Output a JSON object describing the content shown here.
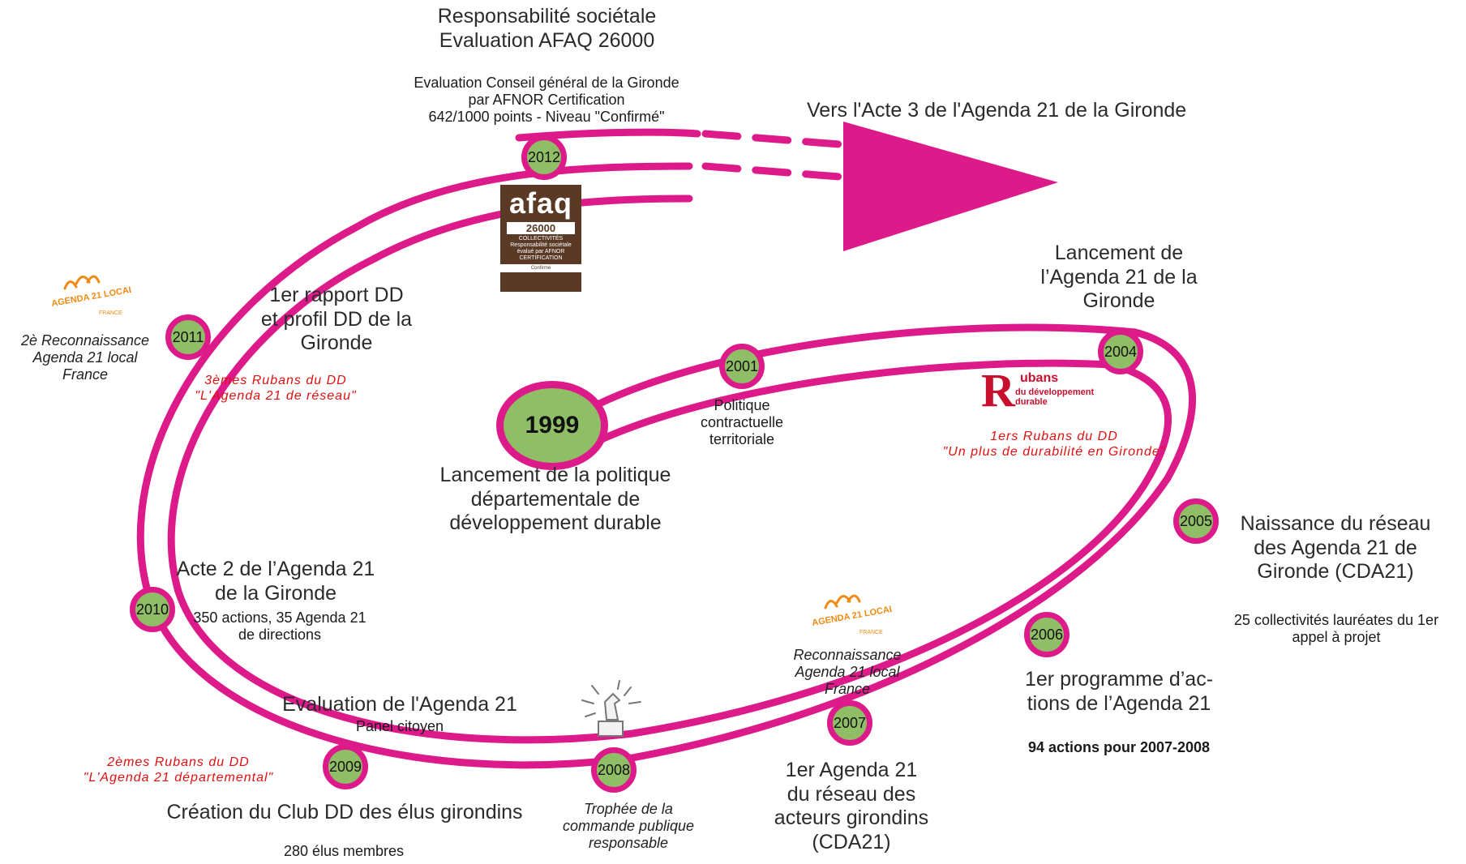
{
  "colors": {
    "track": "#dd1a8a",
    "node_fill": "#8fbe67",
    "accent_red": "#e01010",
    "afaq_brown": "#5a3a25"
  },
  "nodes": {
    "y1999": "1999",
    "y2001": "2001",
    "y2004": "2004",
    "y2005": "2005",
    "y2006": "2006",
    "y2007": "2007",
    "y2008": "2008",
    "y2009": "2009",
    "y2010": "2010",
    "y2011": "2011",
    "y2012": "2012"
  },
  "labels": {
    "top_title_1": "Responsabilité sociétale",
    "top_title_2": "Evaluation AFAQ 26000",
    "top_sub_1": "Evaluation Conseil général de la Gironde",
    "top_sub_2": "par AFNOR Certification",
    "top_sub_3": "642/1000 points - Niveau \"Confirmé\"",
    "acte3": "Vers l'Acte 3 de l'Agenda 21 de la Gironde",
    "l2004_1": "Lancement de",
    "l2004_2": "l’Agenda 21 de la",
    "l2004_3": "Gironde",
    "l2011_1": "1er rapport DD",
    "l2011_2": "et profil DD de la",
    "l2011_3": "Gironde",
    "l2011_red_1": "3èmes Rubans du DD",
    "l2011_red_2": "\"L'Agenda 21 de réseau\"",
    "recog2_1": "2è Reconnaissance",
    "recog2_2": "Agenda 21 local",
    "recog2_3": "France",
    "l2001_1": "Politique",
    "l2001_2": "contractuelle",
    "l2001_3": "territoriale",
    "l1999_1": "Lancement de la politique",
    "l1999_2": "départementale de",
    "l1999_3": "développement durable",
    "l2004_red_1": "1ers Rubans du DD",
    "l2004_red_2": "\"Un plus de durabilité en Gironde\"",
    "l2005_1": "Naissance du réseau",
    "l2005_2": "des Agenda 21 de",
    "l2005_3": "Gironde (CDA21)",
    "l2005_sub_1": "25 collectivités lauréates du 1er",
    "l2005_sub_2": "appel à projet",
    "l2010_1": "Acte 2 de l’Agenda 21",
    "l2010_2": "de la Gironde",
    "l2010_sub_1": "350 actions, 35 Agenda 21",
    "l2010_sub_2": "de directions",
    "recog1_1": "Reconnaissance",
    "recog1_2": "Agenda 21 local",
    "recog1_3": "France",
    "l2006_1": "1er programme d’ac-",
    "l2006_2": "tions de l’Agenda 21",
    "l2006_sub": "94 actions pour 2007-2008",
    "eval_1": "Evaluation de l'Agenda 21",
    "eval_2": "Panel citoyen",
    "l2009_red_1": "2èmes Rubans du DD",
    "l2009_red_2": "\"L'Agenda 21 départemental\"",
    "l2007_1": "1er Agenda 21",
    "l2007_2": "du réseau des",
    "l2007_3": "acteurs girondins",
    "l2007_4": "(CDA21)",
    "club_1": "Création du Club DD des élus girondins",
    "club_2": "280 élus membres",
    "trophy_1": "Trophée de la",
    "trophy_2": "commande publique",
    "trophy_3": "responsable"
  },
  "logos": {
    "afaq_1": "afaq",
    "afaq_2": "26000",
    "afaq_3": "COLLECTIVITÉS",
    "afaq_4": "Responsabilité sociétale",
    "afaq_5": "évalué par AFNOR CERTIFICATION",
    "afaq_6": "Confirmé",
    "rubans_1": "R",
    "rubans_2": "ubans",
    "rubans_3": "du développement durable",
    "agenda_1": "AGENDA 21 LOCAL",
    "agenda_2": "FRANCE"
  }
}
